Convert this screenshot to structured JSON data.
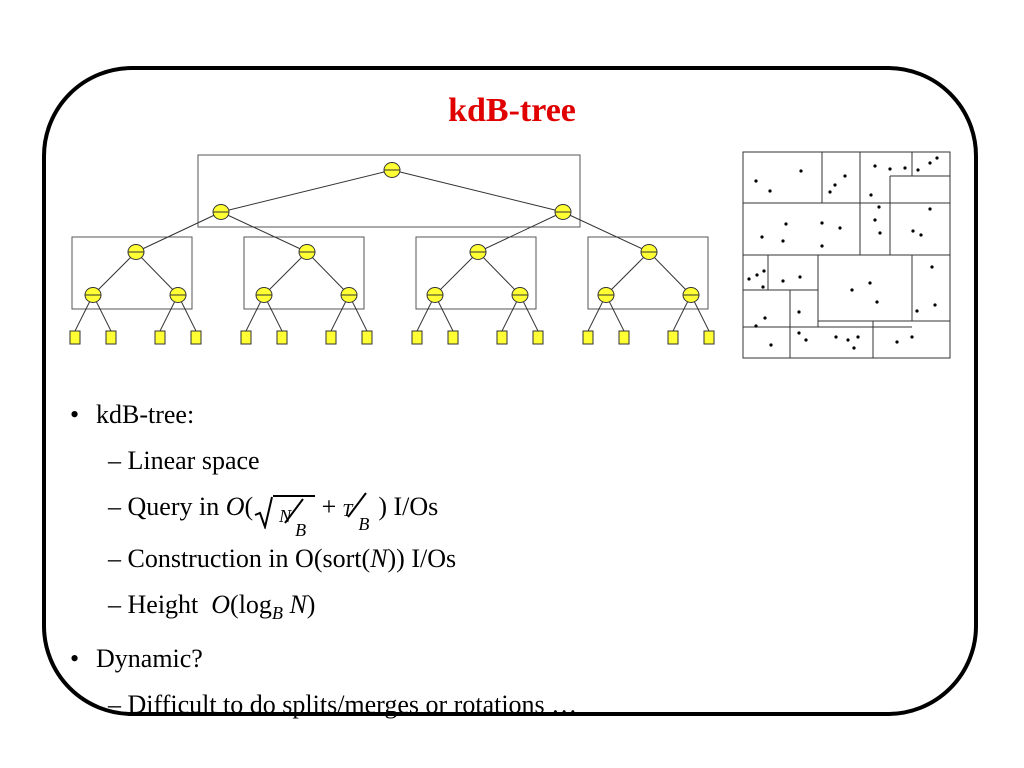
{
  "slide": {
    "title": "kdB-tree",
    "colors": {
      "title": "#e00000",
      "node_fill": "#ffff33",
      "box_stroke": "#555555"
    }
  },
  "bullets": {
    "b1": "kdB-tree:",
    "b1_1": "Linear space",
    "b1_2_prefix": "Query in",
    "b1_2_O": "O",
    "b1_2_N": "N",
    "b1_2_B1": "B",
    "b1_2_plus": "+",
    "b1_2_T": "T",
    "b1_2_B2": "B",
    "b1_2_suffix": "I/Os",
    "b1_3_prefix": "Construction in O(sort(",
    "b1_3_N": "N",
    "b1_3_suffix": ")) I/Os",
    "b1_4_prefix": "Height",
    "b1_4_O": "O",
    "b1_4_log": "(log",
    "b1_4_B": "B",
    "b1_4_N": "N",
    "b1_4_close": ")",
    "b2": "Dynamic?",
    "b2_1": "Difficult to do splits/merges or rotations …",
    "bullet_mark": "•",
    "dash": "–"
  }
}
